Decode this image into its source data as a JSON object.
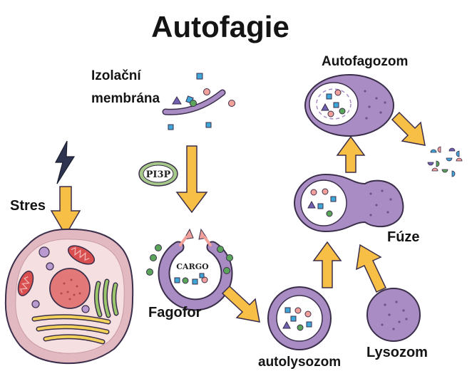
{
  "title": "Autofagie",
  "labels": {
    "izolacni_line1": "Izolační",
    "izolacni_line2": "membrána",
    "pi3p": "PI3P",
    "stres": "Stres",
    "cargo": "CARGO",
    "fagofor": "Fagofor",
    "autofagozom": "Autofagozom",
    "fuze": "Fúze",
    "lysozom": "Lysozom",
    "autolysozom": "autolysozom"
  },
  "colors": {
    "membrane_purple": "#a98cc4",
    "membrane_outline": "#3a2e4a",
    "arrow_yellow": "#f8bf47",
    "pi3p_green": "#a6c98a",
    "cell_body": "#f6dfe0",
    "cell_nucleus": "#e37878",
    "lightning": "#2e3450",
    "cargo_blue": "#3fa6d8",
    "cargo_pink": "#f2a09a",
    "cargo_green": "#5aa55a",
    "cargo_violet": "#7060b0"
  }
}
